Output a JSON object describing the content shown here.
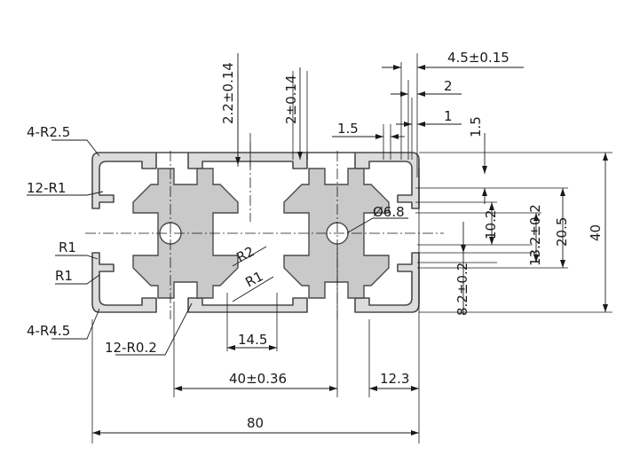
{
  "drawing": {
    "title": "",
    "labels": {
      "r_corner_top": "4-R2.5",
      "r_inner_top": "12-R1",
      "r1_a": "R1",
      "r1_b": "R1",
      "r_corner_bottom": "4-R4.5",
      "r_fillet": "12-R0.2",
      "r2": "R2",
      "r1_c": "R1",
      "slot_depth_a": "2.2±0.14",
      "slot_depth_b": "2±0.14",
      "wall_15": "1.5",
      "top_45": "4.5±0.15",
      "top_2": "2",
      "top_1": "1",
      "top_15v": "1.5",
      "hole": "Ø6.8",
      "dim_102": "10.2",
      "dim_132": "13.2±0.2",
      "dim_205": "20.5",
      "dim_40v": "40",
      "dim_82": "8.2±0.2",
      "dim_145": "14.5",
      "dim_40h": "40±0.36",
      "dim_123": "12.3",
      "dim_80": "80"
    }
  }
}
